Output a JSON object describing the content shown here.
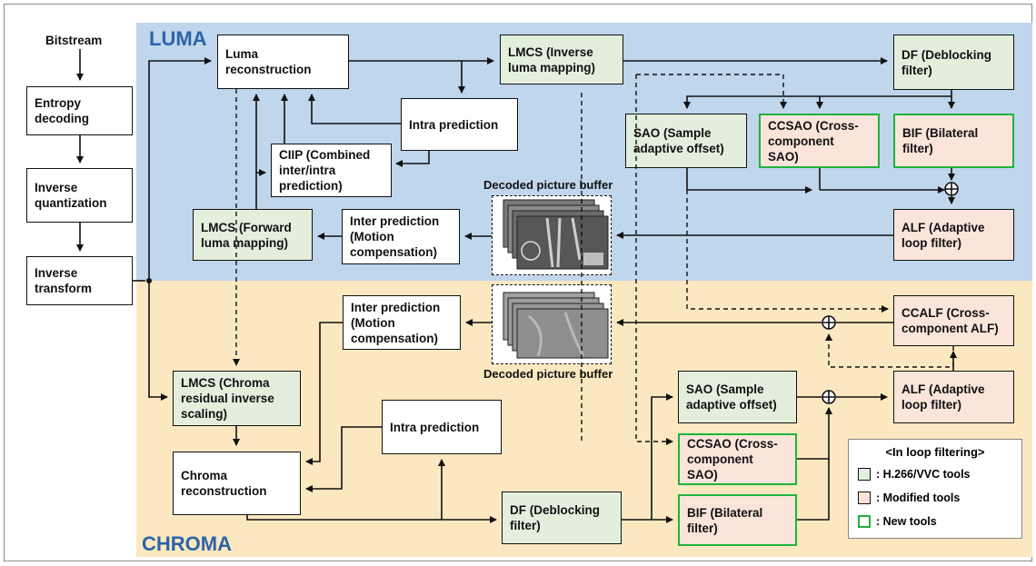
{
  "regions": {
    "luma": "LUMA",
    "chroma": "CHROMA"
  },
  "decoder": {
    "bitstream": "Bitstream",
    "entropy": "Entropy\ndecoding",
    "inv_quant": "Inverse\nquantization",
    "inv_transform": "Inverse\ntransform"
  },
  "luma": {
    "reconstruction": "Luma\nreconstruction",
    "lmcs_inverse": "LMCS (Inverse\nluma mapping)",
    "df": "DF (Deblocking\nfilter)",
    "intra": "Intra prediction",
    "ciip": "CIIP (Combined\ninter/intra\nprediction)",
    "sao": "SAO (Sample\nadaptive offset)",
    "ccsao": "CCSAO (Cross-\ncomponent\nSAO)",
    "bif": "BIF (Bilateral\nfilter)",
    "alf": "ALF (Adaptive\nloop filter)",
    "inter": "Inter prediction\n(Motion\ncompensation)",
    "lmcs_forward": "LMCS (Forward\nluma mapping)",
    "dpb_label": "Decoded picture buffer"
  },
  "chroma": {
    "inter": "Inter prediction\n(Motion\ncompensation)",
    "ccalf": "CCALF (Cross-\ncomponent ALF)",
    "dpb_label": "Decoded picture buffer",
    "lmcs_chroma": "LMCS (Chroma\nresidual inverse\nscaling)",
    "sao": "SAO (Sample\nadaptive offset)",
    "alf": "ALF (Adaptive\nloop filter)",
    "intra": "Intra prediction",
    "reconstruction": "Chroma\nreconstruction",
    "ccsao": "CCSAO (Cross-\ncomponent\nSAO)",
    "df": "DF (Deblocking\nfilter)",
    "bif": "BIF (Bilateral\nfilter)"
  },
  "legend": {
    "title": "<In loop filtering>",
    "items": [
      {
        "label": ": H.266/VVC tools",
        "color": "#e3efdc",
        "border": "#111111"
      },
      {
        "label": ": Modified tools",
        "color": "#fbe4d9",
        "border": "#111111"
      },
      {
        "label": ": New tools",
        "color": "#ffffff",
        "border": "#1fb33c"
      }
    ]
  },
  "colors": {
    "luma_region": "#bfd6ec",
    "chroma_region": "#fbe8c0",
    "vvc_tool": "#e3efdc",
    "modified_tool": "#fbe4d9",
    "new_tool_border": "#1fb33c",
    "region_title": "#2d64a8"
  }
}
